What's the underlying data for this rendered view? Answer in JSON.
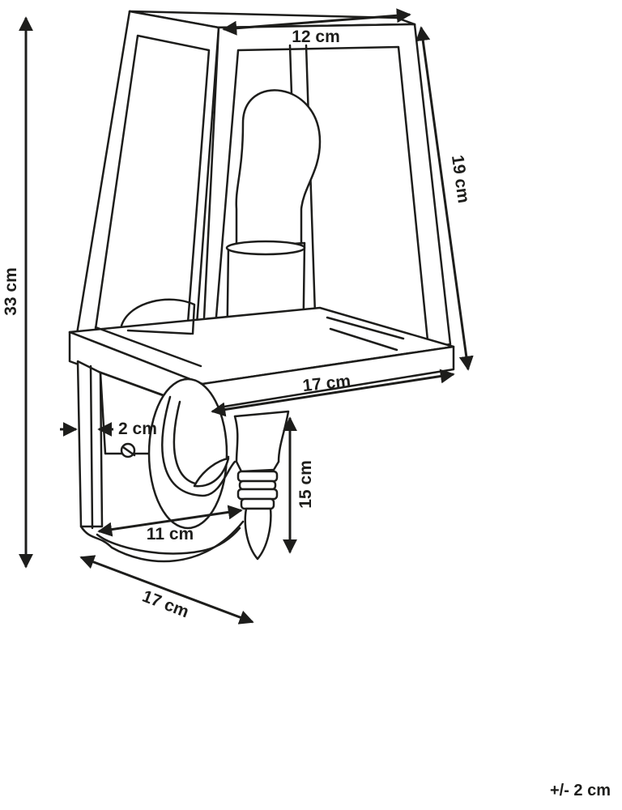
{
  "dimensions": {
    "total_height": "33 cm",
    "top_width": "12 cm",
    "lantern_height": "19 cm",
    "base_width": "17 cm",
    "bracket_offset": "2 cm",
    "arm_height": "15 cm",
    "backplate_width": "11 cm",
    "depth": "17 cm"
  },
  "tolerance": "+/- 2 cm",
  "colors": {
    "line": "#1d1d1b",
    "background": "#ffffff"
  }
}
